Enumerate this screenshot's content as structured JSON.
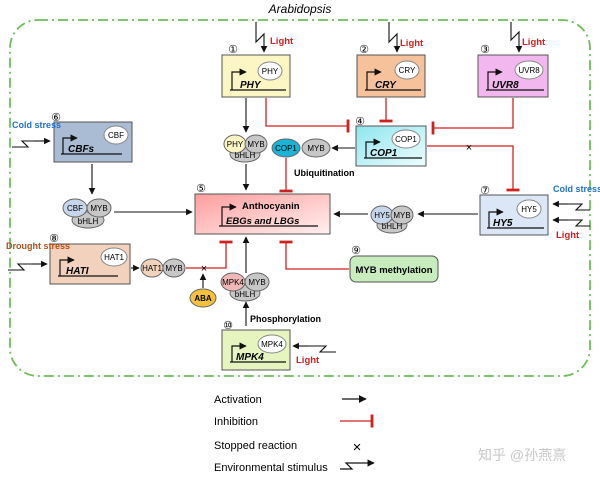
{
  "title": "Arabidopsis",
  "boxes": [
    {
      "id": "b1",
      "number": "①",
      "gene": "PHY",
      "protein": "PHY",
      "fill": "#fbf6c4"
    },
    {
      "id": "b2",
      "number": "②",
      "gene": "CRY",
      "protein": "CRY",
      "fill": "#f5c29c"
    },
    {
      "id": "b3",
      "number": "③",
      "gene": "UVR8",
      "protein": "UVR8",
      "fill": "#f3b7f0"
    },
    {
      "id": "b4",
      "number": "④",
      "gene": "COP1",
      "protein": "COP1",
      "fill": "#bff3f5"
    },
    {
      "id": "b5",
      "number": "⑤",
      "product": "Anthocyanin",
      "gene": "EBGs and LBGs",
      "fill": "#f7a0a0"
    },
    {
      "id": "b6",
      "number": "⑥",
      "gene": "CBFs",
      "protein": "CBF",
      "fill": "#a9bcd3"
    },
    {
      "id": "b7",
      "number": "⑦",
      "gene": "HY5",
      "protein": "HY5",
      "fill": "#dbe6f6"
    },
    {
      "id": "b8",
      "number": "⑧",
      "gene": "HATI",
      "protein": "HAT1",
      "fill": "#f2d2bd"
    },
    {
      "id": "b9",
      "number": "⑨",
      "label": "MYB methylation",
      "fill": "#c9ecbf"
    },
    {
      "id": "b10",
      "number": "⑩",
      "gene": "MPK4",
      "protein": "MPK4",
      "fill": "#e6f4bf"
    }
  ],
  "stimuli": {
    "light": "Light",
    "cold_stress": "Cold stress",
    "drought_stress": "Drought stress"
  },
  "complexes": {
    "phy": [
      "PHY",
      "MYB",
      "bHLH"
    ],
    "cop1": [
      "COP1",
      "MYB"
    ],
    "cbf": [
      "CBF",
      "MYB",
      "bHLH"
    ],
    "hy5": [
      "HY5",
      "MYB",
      "bHLH"
    ],
    "hat1": [
      "HAT1",
      "MYB"
    ],
    "mpk4": [
      "MPK4",
      "MYB",
      "bHLH"
    ],
    "aba": "ABA"
  },
  "process_labels": {
    "ubiquitination": "Ubiquitination",
    "phosphorylation": "Phosphorylation"
  },
  "legend": [
    {
      "label": "Activation",
      "symbol": "activation"
    },
    {
      "label": "Inhibition",
      "symbol": "inhibition"
    },
    {
      "label": "Stopped reaction",
      "symbol": "stopped"
    },
    {
      "label": "Environmental stimulus",
      "symbol": "stimulus"
    }
  ],
  "watermark": "知乎 @孙燕熹",
  "colors": {
    "border_dash": "#6dbe5a",
    "activation": "#111111",
    "inhibition": "#d22020",
    "light_text": "#d42020",
    "cold_text": "#1f6fd1",
    "drought_text": "#b0501a"
  }
}
